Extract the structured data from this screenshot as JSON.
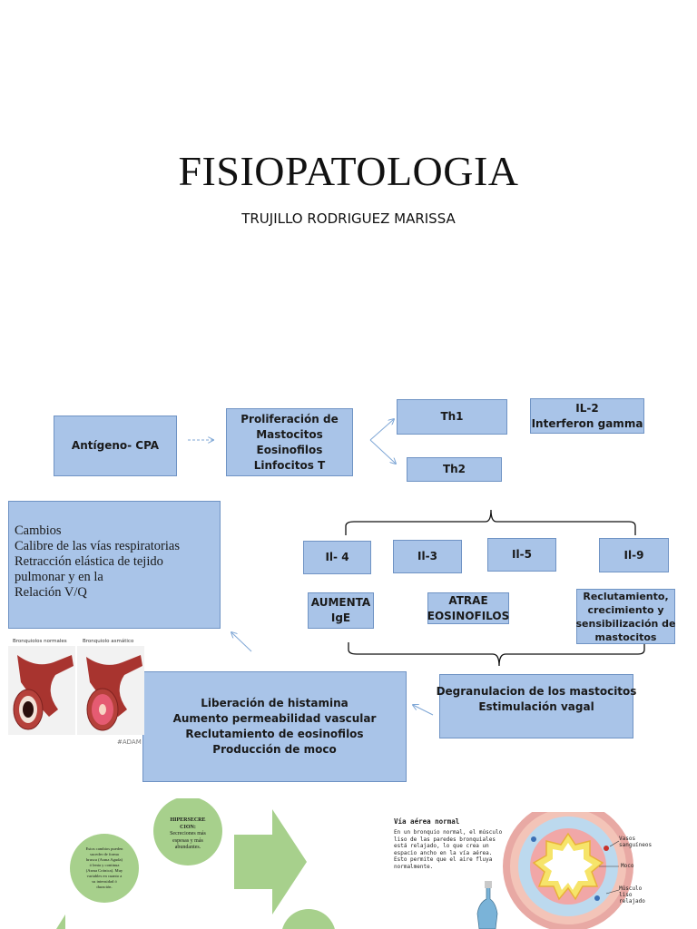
{
  "title": "FISIOPATOLOGIA",
  "subtitle": "TRUJILLO RODRIGUEZ MARISSA",
  "nodes": {
    "antigeno": "Antígeno- CPA",
    "proliferacion": [
      "Proliferación de",
      "Mastocitos",
      "Eosinofilos",
      "Linfocitos T"
    ],
    "th1": "Th1",
    "il2": [
      "IL-2",
      "Interferon gamma"
    ],
    "th2": "Th2",
    "il4": "Il- 4",
    "il3": "Il-3",
    "il5": "Il-5",
    "il9": "Il-9",
    "aumenta": [
      "AUMENTA",
      "IgE"
    ],
    "atrae": [
      "ATRAE",
      "EOSINOFILOS"
    ],
    "reclutamiento": [
      "Reclutamiento,",
      "crecimiento y",
      "sensibilización de",
      "mastocitos"
    ],
    "degranulacion": [
      "Degranulacion de los mastocitos",
      "Estimulación vagal"
    ],
    "liberacion": [
      "Liberación de histamina",
      "Aumento permeabilidad vascular",
      "Reclutamiento de eosinofilos",
      "Producción de moco"
    ],
    "cambios": [
      "Cambios",
      "Calibre de las vías respiratorias",
      "Retracción elástica de tejido",
      "pulmonar y en la",
      "Relación V/Q"
    ]
  },
  "bronchiole_image": {
    "label_normal": "Bronquiolos normales",
    "label_asthma": "Bronquiolo asmático",
    "brand": "ADAM"
  },
  "green_section": {
    "circle_left_text": [
      "Estos cambios pueden",
      "suceder de forma",
      "brusca (Asma Aguda)",
      "ó lenta y continua",
      "(Asma Crónica). Muy",
      "variables en cuanto a",
      "su intensidad ó",
      "duración."
    ],
    "circle_top_title": [
      "HIPERSECRE",
      "CION:"
    ],
    "circle_top_text": [
      "Secreciones más",
      "espesas y más",
      "abundantes."
    ]
  },
  "airway_image": {
    "heading": "Vía aérea normal",
    "text": [
      "En un bronquio normal, el músculo",
      "liso de las paredes bronquiales",
      "está relajado, lo que crea un",
      "espacio ancho en la vía aérea.",
      "Esto permite que el aire fluya",
      "normalmente."
    ],
    "labels": {
      "vasos": [
        "Vasos",
        "sanguíneos"
      ],
      "moco": "Moco",
      "musculo": [
        "Músculo",
        "liso",
        "relajado"
      ]
    }
  },
  "colors": {
    "box_fill": "#a9c4e8",
    "box_border": "#6f93c4",
    "arrow": "#7fa7d6",
    "green": "#a7d08c",
    "tissue": "#a8342f"
  }
}
